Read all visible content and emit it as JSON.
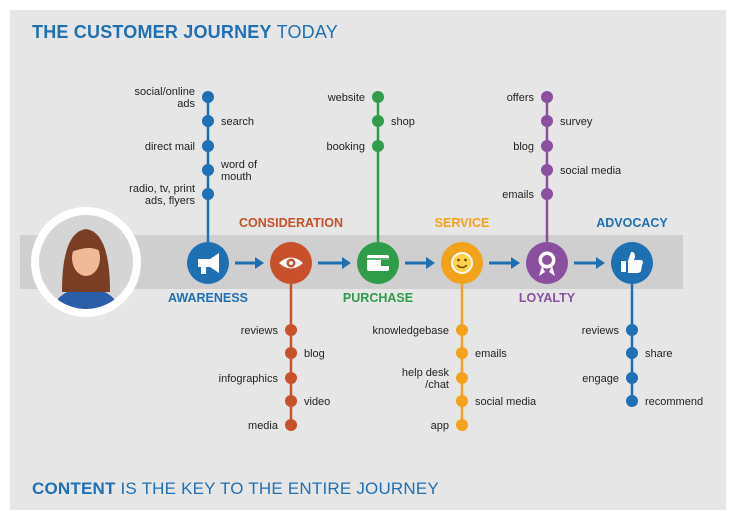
{
  "title": {
    "strong": "THE CUSTOMER JOURNEY",
    "light": "TODAY"
  },
  "footer": {
    "strong": "CONTENT",
    "light": "IS THE KEY TO THE ENTIRE JOURNEY"
  },
  "colors": {
    "awareness": "#1f6fb3",
    "consideration": "#c8502a",
    "purchase": "#2e9c48",
    "service": "#f2a21b",
    "loyalty": "#8a4f9e",
    "advocacy": "#1f6fb3",
    "band": "#cfcfcf",
    "arrow": "#1f6fb3"
  },
  "stages": [
    {
      "id": "awareness",
      "label": "AWARENESS",
      "icon": "megaphone-icon",
      "items_above": [
        "social/online ads",
        "search",
        "direct mail",
        "word of mouth",
        "radio, tv, print ads, flyers"
      ],
      "items_below": []
    },
    {
      "id": "consideration",
      "label": "CONSIDERATION",
      "icon": "eye-icon",
      "items_above": [],
      "items_below": [
        "reviews",
        "blog",
        "infographics",
        "video",
        "media"
      ]
    },
    {
      "id": "purchase",
      "label": "PURCHASE",
      "icon": "wallet-icon",
      "items_above": [
        "website",
        "shop",
        "booking"
      ],
      "items_below": []
    },
    {
      "id": "service",
      "label": "SERVICE",
      "icon": "smiley-icon",
      "items_above": [],
      "items_below": [
        "knowledgebase",
        "emails",
        "help desk /chat",
        "social media",
        "app"
      ]
    },
    {
      "id": "loyalty",
      "label": "LOYALTY",
      "icon": "award-icon",
      "items_above": [
        "offers",
        "survey",
        "blog",
        "social media",
        "emails"
      ],
      "items_below": []
    },
    {
      "id": "advocacy",
      "label": "ADVOCACY",
      "icon": "thumbs-up-icon",
      "items_above": [],
      "items_below": [
        "reviews",
        "share",
        "engage",
        "recommend"
      ]
    }
  ],
  "avatar": {
    "icon": "person-avatar-icon"
  }
}
